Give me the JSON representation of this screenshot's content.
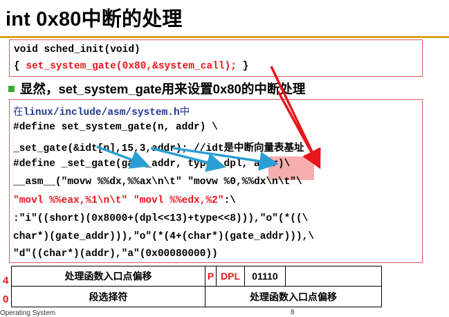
{
  "title": "int 0x80中断的处理",
  "box1": {
    "line1": "void sched_init(void)",
    "line2_open": "{ ",
    "line2_red": "set_system_gate(0x80,&system_call);",
    "line2_close": " }"
  },
  "bullet": {
    "prefix": "显然，",
    "bold_code": "set_system_gate",
    "middle": "用来设置",
    "hex": "0x80",
    "suffix": "的中断处理"
  },
  "box2": {
    "path_prefix": "在",
    "path": "linux/include/asm/system.h",
    "path_suffix": "中",
    "lines": [
      "#define set_system_gate(n, addr) \\",
      "_set_gate(&idt[n],15,3,addr); //idt是中断向量表基址",
      "#define _set_gate(gate_addr, type, dpl, addr)\\",
      "__asm__(\"movw %%dx,%%ax\\n\\t\" \"movw %0,%%dx\\n\\t\"\\",
      ":\"i\"((short)(0x8000+(dpl<<13)+type<<8))),\"o\"(*((\\",
      "char*)(gate_addr))),\"o\"(*(4+(char*)(gate_addr))),\\",
      "\"d\"((char*)(addr),\"a\"(0x00080000))"
    ],
    "line5_red_a": "\"movl %%eax,%1\\n\\t\"",
    "line5_red_b": "\"movl %%edx,%2\"",
    "line5_space": " ",
    "line5_tail": ":\\"
  },
  "table": {
    "row1_num": "4",
    "row2_num": "0",
    "row1": {
      "offset": "处理函数入口点偏移",
      "p": "P",
      "dpl": "DPL",
      "bits": "01110"
    },
    "row2": {
      "selector": "段选择符",
      "offset": "处理函数入口点偏移"
    }
  },
  "footer": {
    "left": "Operating System",
    "right": "8"
  },
  "colors": {
    "accent": "#d9a21b",
    "red": "#e8161b",
    "blue_arrow": "#2a9fd6",
    "box_border": "#d85a5a",
    "bullet": "#3aa935"
  }
}
